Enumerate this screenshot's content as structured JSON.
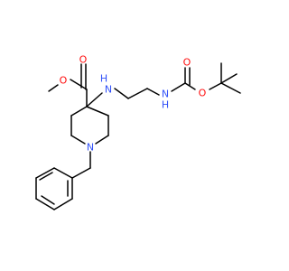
{
  "molecule": {
    "colors": {
      "bond": "#000000",
      "oxygen": "#ff0d0d",
      "nitrogen": "#3050f8",
      "background": "#ffffff"
    },
    "atoms": {
      "ester_o_single": "O",
      "ester_o_double": "O",
      "amine_n": "N",
      "amine_h": "H",
      "piperidine_n": "N",
      "carbamate_n": "N",
      "carbamate_h": "H",
      "carbamate_o_double": "O",
      "carbamate_o_single": "O"
    }
  }
}
